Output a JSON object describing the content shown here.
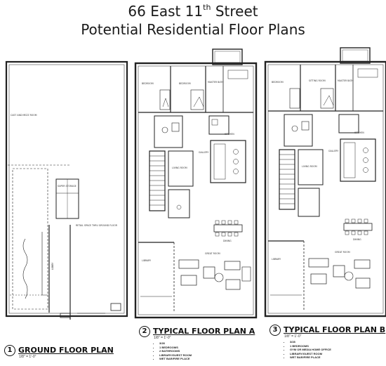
{
  "header": {
    "address_main": "66 East 11",
    "address_sup": "th",
    "address_tail": " Street",
    "subtitle": "Potential Residential Floor Plans"
  },
  "plans": [
    {
      "number": "1",
      "name": "GROUND FLOOR PLAN",
      "scale": "1/8\" = 1'-0\"",
      "notes": []
    },
    {
      "number": "2",
      "name": "TYPICAL FLOOR PLAN A",
      "scale": "1/8\" = 1'-0\"",
      "notes": [
        "3/28",
        "1 BEDROOMS",
        "2 BATHROOMS",
        "LIBRARY/GUEST ROOM",
        "WET BAR/FIRE PLACE"
      ]
    },
    {
      "number": "3",
      "name": "TYPICAL FLOOR PLAN B",
      "scale": "1/8\" = 1'-0\"",
      "notes": [
        "3/28",
        "1 BEDROOMS",
        "GYM OR MEDIA HOME OFFICE",
        "LIBRARY/GUEST ROOM",
        "WET BAR/FIRE PLACE"
      ]
    }
  ],
  "room_labels": {
    "plan_a": [
      "BEDROOM",
      "BEDROOM",
      "MASTER BATH",
      "KITCHEN",
      "DINING",
      "GALLERY",
      "LIVING ROOM",
      "GREAT ROOM",
      "LIBRARY"
    ],
    "plan_b": [
      "BEDROOM",
      "SITTING ROOM",
      "MASTER BATH",
      "KITCHEN",
      "DINING",
      "GALLERY",
      "LIVING ROOM",
      "GREAT ROOM",
      "LIBRARY"
    ],
    "ground": [
      "CAST AND MEZZ ROOM",
      "SUPER STORAGE",
      "RETAIL SPACE THRU GROUND FLOOR",
      "LOBBY"
    ]
  }
}
